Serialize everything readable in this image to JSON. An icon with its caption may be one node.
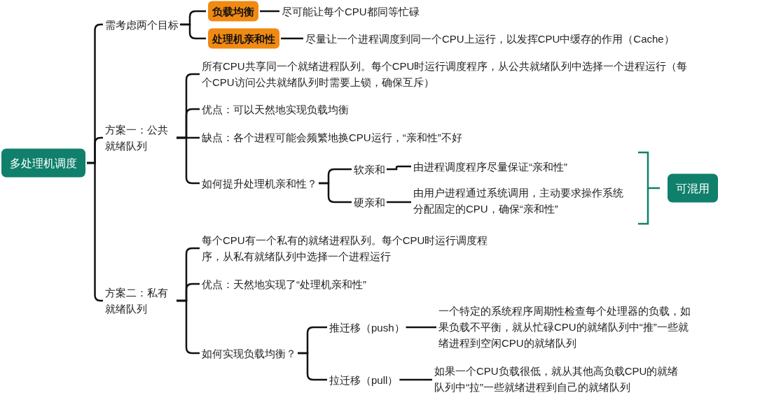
{
  "diagram": {
    "nodes": [
      {
        "text": [
          "多处理机调度"
        ]
      },
      {
        "text": [
          "需考虑两个目标"
        ]
      },
      {
        "text": [
          "负载均衡"
        ]
      },
      {
        "text": [
          "尽可能让每个CPU都同等忙碌"
        ]
      },
      {
        "text": [
          "处理机亲和性"
        ]
      },
      {
        "text": [
          "尽量让一个进程调度到同一个CPU上运行，以发挥CPU中缓存的作用（Cache）"
        ]
      },
      {
        "text": [
          "方案一：公共就绪队列"
        ]
      },
      {
        "text": [
          "所有CPU共享同一个就绪进程队列。每个CPU时运行调度程序，从公共就绪队列中选择一个进程运行（每个CPU访问公共就绪队列时需要上锁，确保互斥）"
        ]
      },
      {
        "text": [
          "优点：可以天然地实现负载均衡"
        ]
      },
      {
        "text": [
          "缺点：各个进程可能会频繁地换CPU运行，“亲和性”不好"
        ]
      },
      {
        "text": [
          "如何提升处理机亲和性？"
        ]
      },
      {
        "text": [
          "软亲和"
        ]
      },
      {
        "text": [
          "由进程调度程序尽量保证“亲和性”"
        ]
      },
      {
        "text": [
          "硬亲和"
        ]
      },
      {
        "text": [
          "由用户进程通过系统调用，主动要求操作系统分配固定的CPU，确保“亲和性”"
        ]
      },
      {
        "text": [
          "可混用"
        ]
      },
      {
        "text": [
          "方案二：私有就绪队列"
        ]
      },
      {
        "text": [
          "每个CPU有一个私有的就绪进程队列。每个CPU时运行调度程序，从私有就绪队列中选择一个进程运行"
        ]
      },
      {
        "text": [
          "优点：天然地实现了“处理机亲和性”"
        ]
      },
      {
        "text": [
          "如何实现负载均衡？"
        ]
      },
      {
        "text": [
          "推迁移（push）"
        ]
      },
      {
        "text": [
          "一个特定的系统程序周期性检查每个处理器的负载，如果负载不平衡，就从忙碌CPU的就绪队列中“推”一些就绪进程到空闲CPU的就绪队列"
        ]
      },
      {
        "text": [
          "拉迁移（pull）"
        ]
      },
      {
        "text": [
          "如果一个CPU负载很低，就从其他高负载CPU的就绪队列中“拉”一些就绪进程到自己的就绪队列"
        ]
      }
    ],
    "edges": [
      {
        "from": 0,
        "to": 1,
        "arrow": "none"
      },
      {
        "from": 0,
        "to": 6,
        "arrow": "none"
      },
      {
        "from": 0,
        "to": 16,
        "arrow": "none"
      },
      {
        "from": 1,
        "to": 2,
        "arrow": "none"
      },
      {
        "from": 1,
        "to": 4,
        "arrow": "none"
      },
      {
        "from": 2,
        "to": 3,
        "arrow": "none"
      },
      {
        "from": 4,
        "to": 5,
        "arrow": "none"
      },
      {
        "from": 6,
        "to": 7,
        "arrow": "none"
      },
      {
        "from": 6,
        "to": 8,
        "arrow": "none"
      },
      {
        "from": 6,
        "to": 9,
        "arrow": "none"
      },
      {
        "from": 6,
        "to": 10,
        "arrow": "none"
      },
      {
        "from": 10,
        "to": 11,
        "arrow": "none"
      },
      {
        "from": 10,
        "to": 13,
        "arrow": "none"
      },
      {
        "from": 11,
        "to": 12,
        "arrow": "none"
      },
      {
        "from": 13,
        "to": 14,
        "arrow": "none"
      },
      {
        "from": 16,
        "to": 17,
        "arrow": "none"
      },
      {
        "from": 16,
        "to": 18,
        "arrow": "none"
      },
      {
        "from": 16,
        "to": 19,
        "arrow": "none"
      },
      {
        "from": 19,
        "to": 20,
        "arrow": "none"
      },
      {
        "from": 19,
        "to": 22,
        "arrow": "none"
      },
      {
        "from": 20,
        "to": 21,
        "arrow": "none"
      },
      {
        "from": 22,
        "to": 23,
        "arrow": "none"
      }
    ]
  }
}
